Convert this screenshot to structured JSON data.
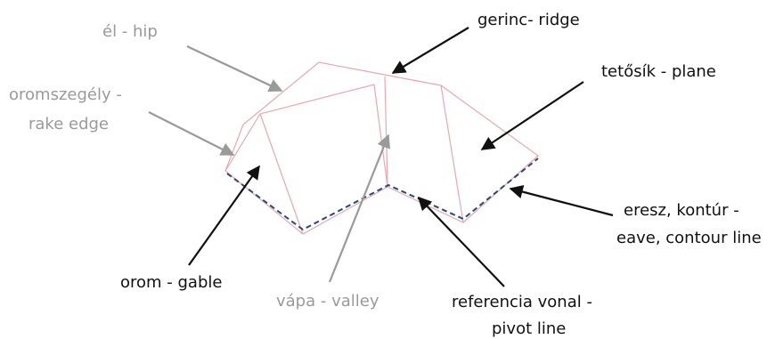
{
  "labels": {
    "hip": "él - hip",
    "rake_line1": "oromszegély -",
    "rake_line2": "rake edge",
    "ridge": "gerinc- ridge",
    "plane": "tetősík - plane",
    "eave_line1": "eresz, kontúr -",
    "eave_line2": "eave, contour line",
    "gable": "orom - gable",
    "valley": "vápa - valley",
    "pivot_line1": "referencia vonal -",
    "pivot_line2": "pivot line"
  },
  "colors": {
    "roof_edge": "#e4a9b1",
    "pivot_dash": "#2c4a70",
    "arrow_dark": "#111111",
    "arrow_light": "#9a9a9a",
    "text_dark": "#111111",
    "text_light": "#9a9a9a"
  }
}
